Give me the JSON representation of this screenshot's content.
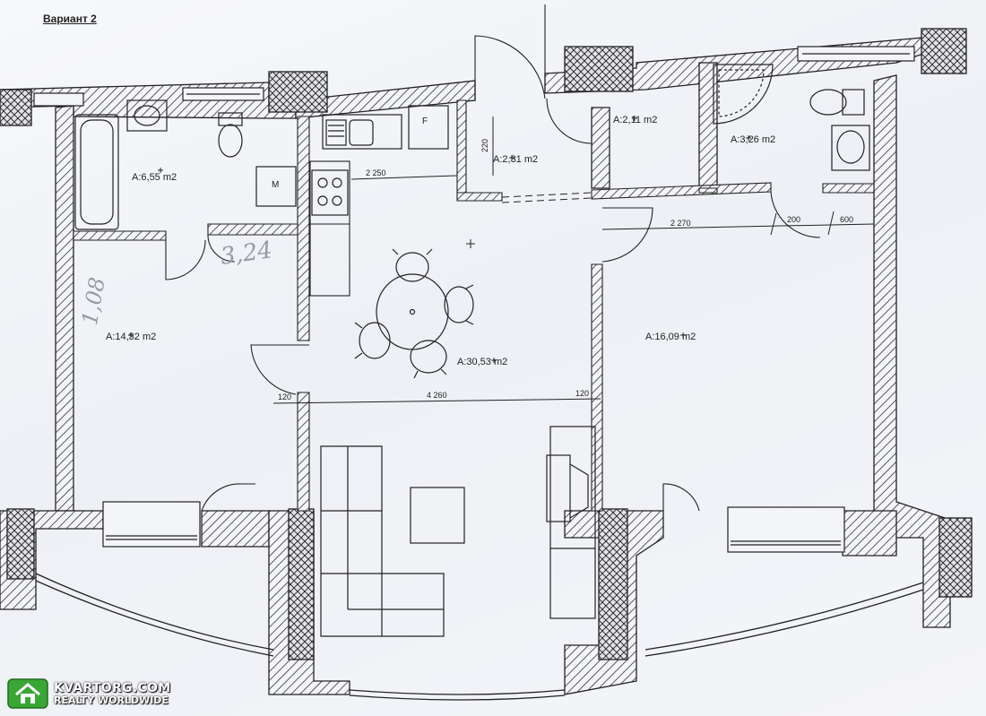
{
  "plan": {
    "title": "Вариант 2",
    "rooms": [
      {
        "id": "bathroom-1",
        "area": "A:6,55 m2"
      },
      {
        "id": "bedroom-left",
        "area": "A:14,32 m2"
      },
      {
        "id": "corridor",
        "area": "A:2,31 m2"
      },
      {
        "id": "bathroom-2",
        "area": "A:2,11 m2"
      },
      {
        "id": "shower-room",
        "area": "A:3,26 m2"
      },
      {
        "id": "living-kitchen",
        "area": "A:30,53 m2"
      },
      {
        "id": "bedroom-right",
        "area": "A:16,09 m2"
      }
    ],
    "dimensions": {
      "d220": "220",
      "d2250": "2 250",
      "d2270": "2 270",
      "d200": "200",
      "d600": "600",
      "d120_left": "120",
      "d4260": "4 260",
      "d120_right": "120"
    },
    "appliance_labels": {
      "washer": "M",
      "fridge": "F"
    },
    "pencil_notes": [
      "3,24",
      "1,08"
    ]
  },
  "watermark": {
    "site": "KVARTORG.COM",
    "tagline": "REALTY WORLDWIDE",
    "logo_icon": "house-icon",
    "colors": {
      "logo_green": "#3aa635",
      "logo_dark": "#1f6e1c"
    }
  }
}
